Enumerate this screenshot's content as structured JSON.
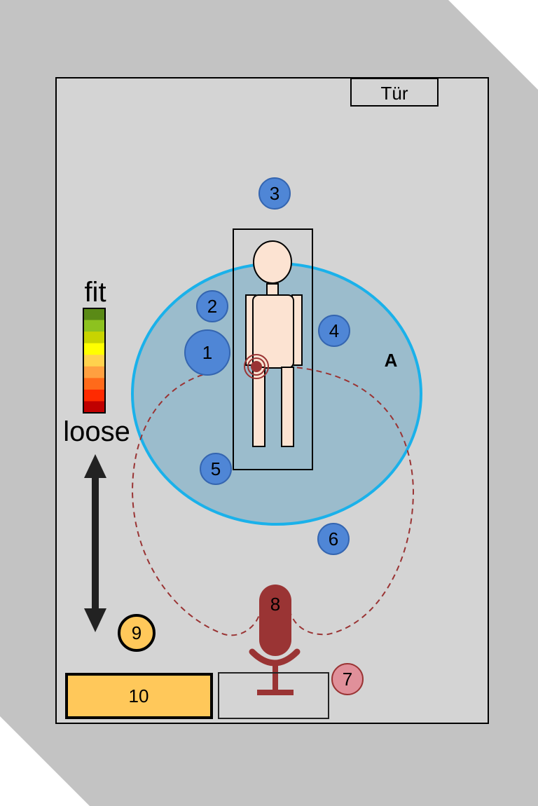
{
  "door_label": "Tür",
  "zone_label": "A",
  "legend": {
    "top_label": "fit",
    "bottom_label": "loose",
    "colors": [
      "#5a8a16",
      "#8dc21f",
      "#c8d400",
      "#ffff00",
      "#ffd24d",
      "#ffa040",
      "#ff6a1a",
      "#ff2a00",
      "#c00000"
    ]
  },
  "markers": {
    "m1": "1",
    "m2": "2",
    "m3": "3",
    "m4": "4",
    "m5": "5",
    "m6": "6",
    "m7": "7",
    "m8": "8",
    "m9": "9",
    "m10": "10"
  },
  "colors": {
    "background": "#c3c3c3",
    "room": "#d4d4d4",
    "zone_fill": "#9bbccc",
    "zone_stroke": "#1ab1ea",
    "marker_blue": "#4f86d6",
    "marker_red": "#9a3434",
    "marker_pink": "#e0909a",
    "marker_yellow": "#ffc85a",
    "body": "#fce3d2",
    "dashed": "#9a3434"
  }
}
